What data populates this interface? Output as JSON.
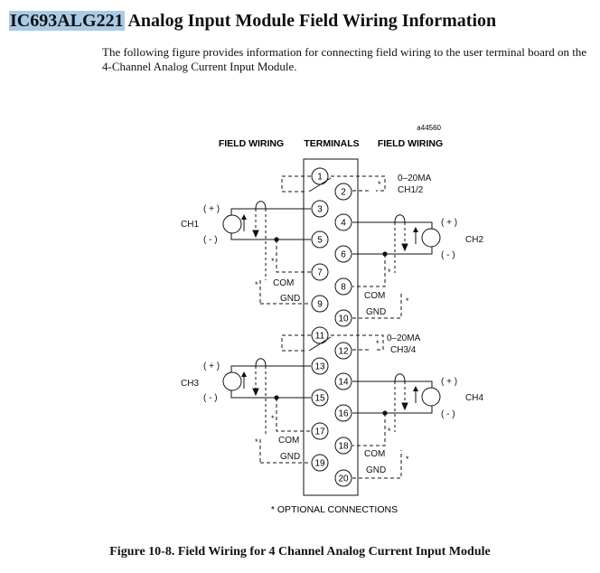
{
  "heading": {
    "code": "IC693ALG221",
    "title": "Analog Input Module Field Wiring Information"
  },
  "intro": "The following figure provides information for connecting field wiring to the user terminal board on the 4-Channel  Analog Current Input Module.",
  "figure": {
    "ref_id": "a44560",
    "col_left": "FIELD WIRING",
    "col_center": "TERMINALS",
    "col_right": "FIELD WIRING",
    "terminals": [
      "1",
      "2",
      "3",
      "4",
      "5",
      "6",
      "7",
      "8",
      "9",
      "10",
      "11",
      "12",
      "13",
      "14",
      "15",
      "16",
      "17",
      "18",
      "19",
      "20"
    ],
    "channels": {
      "ch1": "CH1",
      "ch2": "CH2",
      "ch3": "CH3",
      "ch4": "CH4"
    },
    "plus": "( + )",
    "minus": "( - )",
    "com": "COM",
    "gnd": "GND",
    "range": "0–20MA",
    "ch12": "CH1/2",
    "ch34": "CH3/4",
    "star": "*",
    "footnote": "* OPTIONAL CONNECTIONS"
  },
  "caption": "Figure 10-8.  Field Wiring for 4 Channel Analog Current Input Module"
}
